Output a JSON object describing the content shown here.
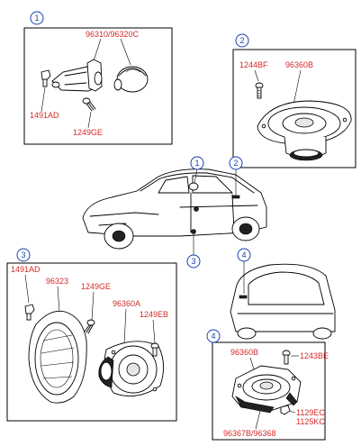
{
  "colors": {
    "part_label": "#d42a2a",
    "callout": "#1a3fb0",
    "line": "#000000"
  },
  "callouts": {
    "c1": "1",
    "c2": "2",
    "c3": "3",
    "c4": "4"
  },
  "labels": {
    "g1_top": "96310/96320C",
    "g1_clip": "1491AD",
    "g1_screw": "1249GE",
    "g2_screw": "1244BF",
    "g2_speaker": "96360B",
    "g3_clip": "1491AD",
    "g3_grille": "96323",
    "g3_screw": "1249GE",
    "g3_speaker": "96360A",
    "g3_bolt": "1249EB",
    "g4_speaker": "96360B",
    "g4_screw": "1243BE",
    "g4_clip_a": "1129EC",
    "g4_clip_b": "1125KC",
    "g4_bottom": "96367B/96368"
  }
}
